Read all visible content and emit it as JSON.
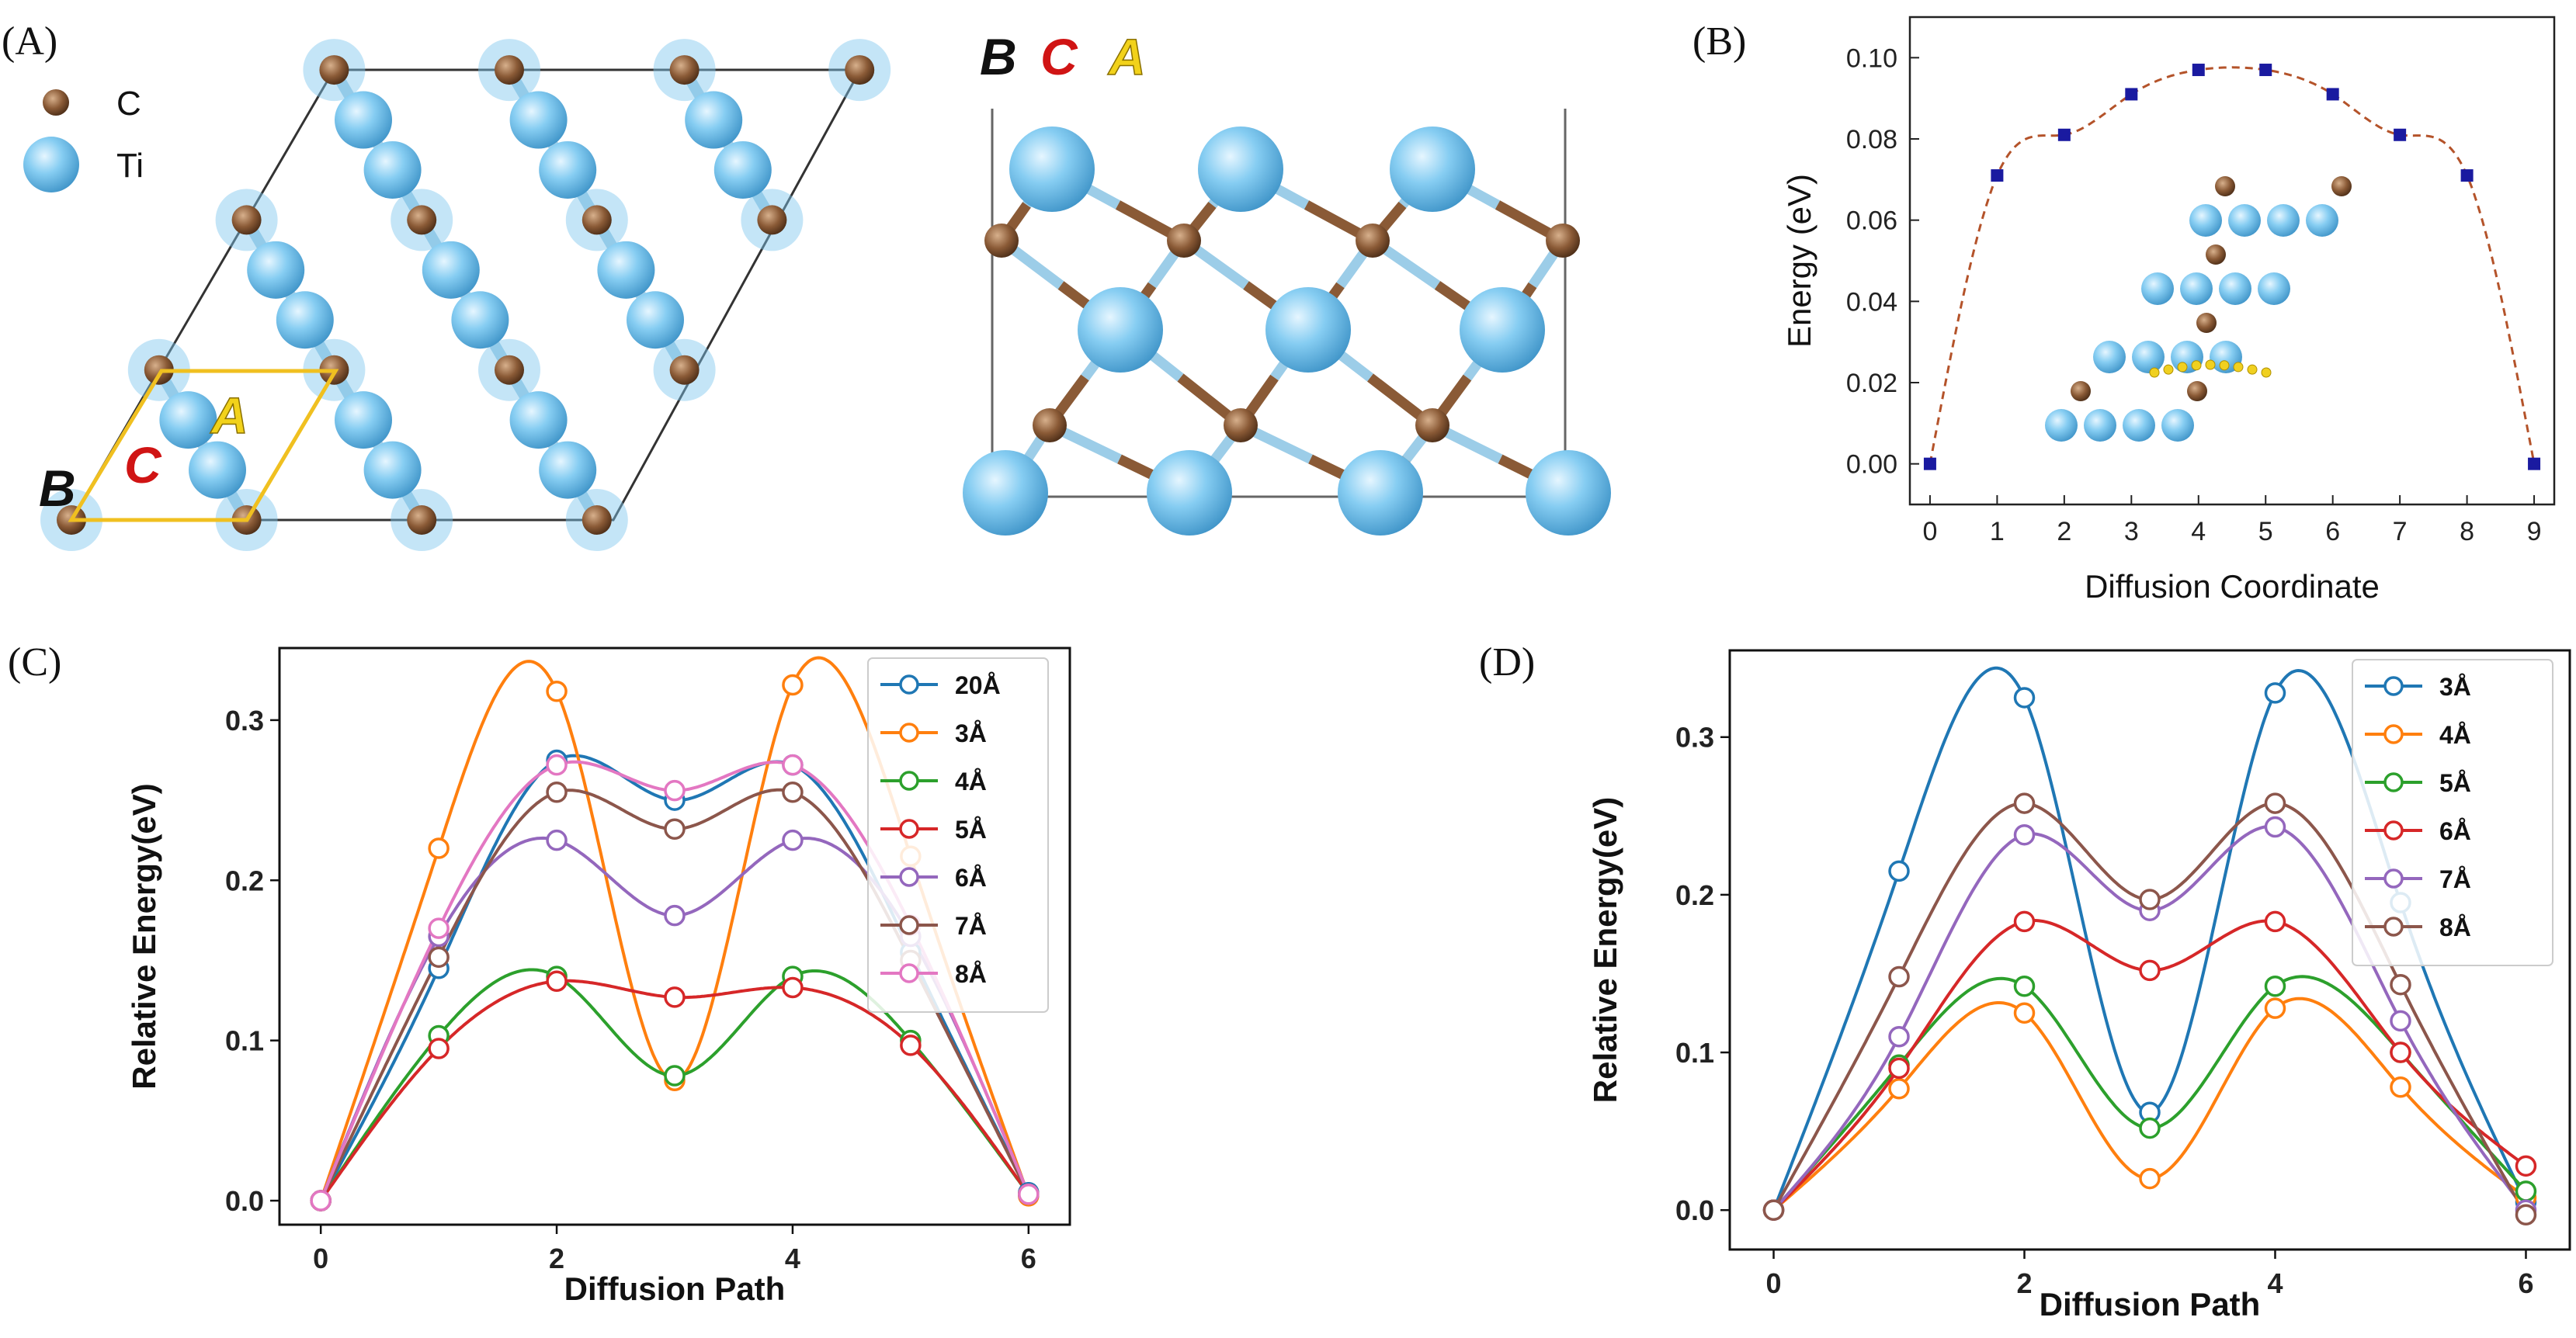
{
  "panels": {
    "A": "(A)",
    "B": "(B)",
    "C": "(C)",
    "D": "(D)"
  },
  "structure": {
    "legend": [
      {
        "label": "C",
        "color": "#8a5a36"
      },
      {
        "label": "Ti",
        "color": "#7cc6ee"
      }
    ],
    "sites_top": [
      "B",
      "C",
      "A"
    ],
    "stacking": [
      "B",
      "C",
      "A"
    ],
    "colors": {
      "B": "#111111",
      "C": "#d01414",
      "A": "#f2d21a"
    }
  },
  "chart_data": [
    {
      "id": "B",
      "type": "scatter",
      "title": "",
      "xlabel": "Diffusion Coordinate",
      "ylabel": "Energy (eV)",
      "xlim": [
        -0.3,
        9.3
      ],
      "ylim": [
        -0.01,
        0.11
      ],
      "xticks": [
        0,
        1,
        2,
        3,
        4,
        5,
        6,
        7,
        8,
        9
      ],
      "yticks": [
        0.0,
        0.02,
        0.04,
        0.06,
        0.08,
        0.1
      ],
      "ytick_labels": [
        "0.00",
        "0.02",
        "0.04",
        "0.06",
        "0.08",
        "0.10"
      ],
      "x": [
        0,
        1,
        2,
        3,
        4,
        5,
        6,
        7,
        8,
        9
      ],
      "y": [
        0.0,
        0.071,
        0.081,
        0.091,
        0.097,
        0.097,
        0.091,
        0.081,
        0.071,
        0.0
      ],
      "marker_color": "#1a1aa0",
      "line_color": "#b4532a"
    },
    {
      "id": "C",
      "type": "line",
      "title": "",
      "xlabel": "Diffusion Path",
      "ylabel": "Relative Energy(eV)",
      "xlim": [
        -0.35,
        6.35
      ],
      "ylim": [
        -0.015,
        0.345
      ],
      "xticks": [
        0,
        2,
        4,
        6
      ],
      "yticks": [
        0.0,
        0.1,
        0.2,
        0.3
      ],
      "ytick_labels": [
        "0.0",
        "0.1",
        "0.2",
        "0.3"
      ],
      "x": [
        0,
        1,
        2,
        3,
        4,
        5,
        6
      ],
      "legend_position": "top-right",
      "series": [
        {
          "name": "20Å",
          "color": "#1f77b4",
          "values": [
            0,
            0.145,
            0.275,
            0.25,
            0.272,
            0.155,
            0.005
          ]
        },
        {
          "name": "3Å",
          "color": "#ff7f0e",
          "values": [
            0,
            0.22,
            0.318,
            0.075,
            0.322,
            0.215,
            0.003
          ]
        },
        {
          "name": "4Å",
          "color": "#2ca02c",
          "values": [
            0,
            0.103,
            0.14,
            0.078,
            0.14,
            0.1,
            0.004
          ]
        },
        {
          "name": "5Å",
          "color": "#d62728",
          "values": [
            0,
            0.095,
            0.137,
            0.127,
            0.133,
            0.097,
            0.004
          ]
        },
        {
          "name": "6Å",
          "color": "#9467bd",
          "values": [
            0,
            0.165,
            0.225,
            0.178,
            0.225,
            0.165,
            0.004
          ]
        },
        {
          "name": "7Å",
          "color": "#8c564b",
          "values": [
            0,
            0.152,
            0.255,
            0.232,
            0.255,
            0.15,
            0.004
          ]
        },
        {
          "name": "8Å",
          "color": "#e377c2",
          "values": [
            0,
            0.17,
            0.272,
            0.256,
            0.272,
            0.172,
            0.004
          ]
        }
      ]
    },
    {
      "id": "D",
      "type": "line",
      "title": "",
      "xlabel": "Diffusion Path",
      "ylabel": "Relative Energy(eV)",
      "xlim": [
        -0.35,
        6.35
      ],
      "ylim": [
        -0.025,
        0.355
      ],
      "xticks": [
        0,
        2,
        4,
        6
      ],
      "yticks": [
        0.0,
        0.1,
        0.2,
        0.3
      ],
      "ytick_labels": [
        "0.0",
        "0.1",
        "0.2",
        "0.3"
      ],
      "x": [
        0,
        1,
        2,
        3,
        4,
        5,
        6
      ],
      "legend_position": "top-right",
      "series": [
        {
          "name": "3Å",
          "color": "#1f77b4",
          "values": [
            0,
            0.215,
            0.325,
            0.062,
            0.328,
            0.195,
            0.005
          ]
        },
        {
          "name": "4Å",
          "color": "#ff7f0e",
          "values": [
            0,
            0.077,
            0.125,
            0.02,
            0.128,
            0.078,
            0.008
          ]
        },
        {
          "name": "5Å",
          "color": "#2ca02c",
          "values": [
            0,
            0.092,
            0.142,
            0.052,
            0.142,
            0.1,
            0.012
          ]
        },
        {
          "name": "6Å",
          "color": "#d62728",
          "values": [
            0,
            0.09,
            0.183,
            0.152,
            0.183,
            0.1,
            0.028
          ]
        },
        {
          "name": "7Å",
          "color": "#9467bd",
          "values": [
            0,
            0.11,
            0.238,
            0.19,
            0.243,
            0.12,
            0.0
          ]
        },
        {
          "name": "8Å",
          "color": "#8c564b",
          "values": [
            0,
            0.148,
            0.258,
            0.197,
            0.258,
            0.143,
            -0.003
          ]
        }
      ]
    }
  ]
}
